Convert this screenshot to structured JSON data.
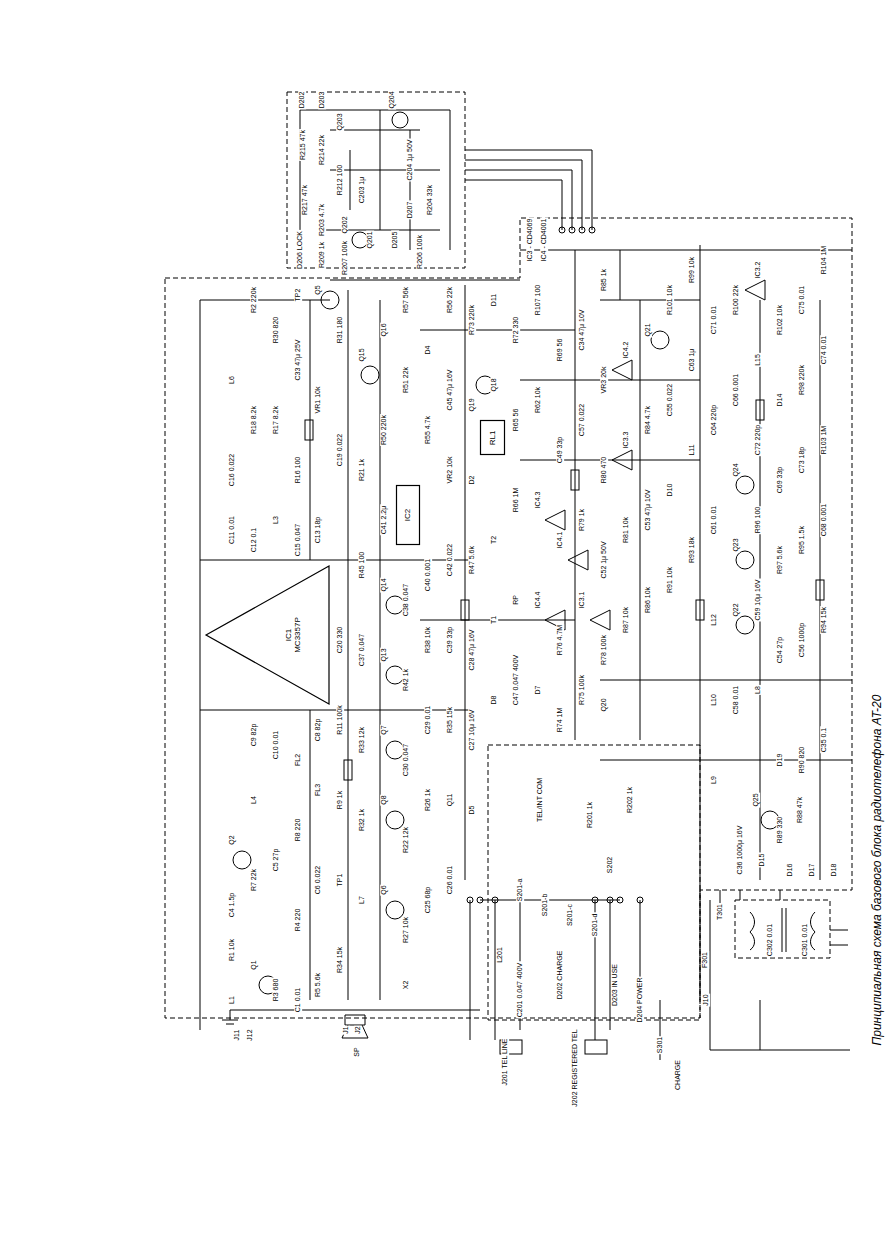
{
  "diagram": {
    "title": "Принципиальная схема базового блока радиотелефона AT-20",
    "nodes": [
      {
        "text": [
          "IC1",
          "MC3357P"
        ]
      },
      {
        "text": [
          "IC2"
        ]
      },
      {
        "text": [
          "RL1"
        ]
      }
    ],
    "labels": [
      "D202",
      "D203",
      "Q204",
      "Q203",
      "R215 47k",
      "R214 22k",
      "R212 100",
      "C203 1μ",
      "C204 1μ 50V",
      "R217 47k",
      "D207",
      "R204 33k",
      "R203 4.7k",
      "Q202",
      "Q201",
      "D205",
      "D206 LOCK",
      "R209 1k",
      "R207 100k",
      "R206 100k",
      "IC3 - CD4069",
      "IC4 - CD4001",
      "J11",
      "J12",
      "J1",
      "J2",
      "SP",
      "L6",
      "C16 0.022",
      "C11 0.01",
      "Q2",
      "C4 1.5p",
      "R1 10k",
      "L1",
      "R2 220k",
      "R18 8.2k",
      "C12 0.1",
      "C9 82p",
      "L4",
      "R7 22k",
      "Q1",
      "R30 820",
      "R17 8.2k",
      "L3",
      "C10 0.01",
      "C5 27p",
      "R3 680",
      "TP2",
      "C33 47μ 25V",
      "R16 100",
      "C15 0.047",
      "FL2",
      "R8 220",
      "R4 220",
      "C1 0.01",
      "Q5",
      "VR1 10k",
      "C13 18p",
      "C8 82p",
      "FL3",
      "C6 0.022",
      "R5 5.6k",
      "R31 180",
      "C19 0.022",
      "C20 330",
      "R11 100k",
      "R9 1k",
      "TP1",
      "R34 15k",
      "Q15",
      "R21 1k",
      "R45 100",
      "C37 0.047",
      "R33 12k",
      "R32 1k",
      "L7",
      "Q16",
      "R50 220k",
      "C41 2.2μ",
      "Q14",
      "Q13",
      "Q7",
      "Q8",
      "Q6",
      "R57 56k",
      "R51 22k",
      "C38 0.047",
      "R42 1k",
      "C30 0.047",
      "R22 12k",
      "R27 10k",
      "X2",
      "D4",
      "R55 4.7k",
      "C40 0.001",
      "R38 10k",
      "C29 0.01",
      "R26 1k",
      "C25 68p",
      "R56 22k",
      "C45 47μ 16V",
      "VR2 10k",
      "C42 0.022",
      "C39 33p",
      "R35 15k",
      "Q11",
      "C26 0.01",
      "R73 220k",
      "Q19",
      "D2",
      "R47 5.6k",
      "C28 47μ 16V",
      "C27 10μ 16V",
      "D5",
      "D11",
      "Q18",
      "T2",
      "T1",
      "D8",
      "R72 330",
      "R65 56",
      "R66 1M",
      "RP",
      "C47 0.047 400V",
      "R107 100",
      "R62 10k",
      "IC4.3",
      "IC4.4",
      "D7",
      "R69 56",
      "C49 33p",
      "IC4.1",
      "R76 4.7M",
      "R74 1M",
      "C34 47μ 10V",
      "C57 0.022",
      "R79 1k",
      "IC3.1",
      "R75 100k",
      "R85 1k",
      "VR3 20k",
      "R80 470",
      "C52 1μ 50V",
      "R78 100k",
      "Q20",
      "IC4.2",
      "IC3.3",
      "R81 10k",
      "R87 10k",
      "Q21",
      "R84 4.7k",
      "C53 47μ 10V",
      "R86 10k",
      "R101 10k",
      "C55 0.022",
      "D10",
      "R91 10k",
      "R99 10k",
      "C63 1μ",
      "L11",
      "R93 18k",
      "C71 0.01",
      "C64 220p",
      "C61 0.01",
      "L12",
      "L10",
      "L9",
      "R100 22k",
      "C66 0.001",
      "Q24",
      "Q23",
      "Q22",
      "C58 0.01",
      "IC3.2",
      "L15",
      "C72 220p",
      "R96 100",
      "C59 10μ 16V",
      "L8",
      "R102 10k",
      "D14",
      "C69 33p",
      "R97 5.6k",
      "C54 27p",
      "D19",
      "C75 0.01",
      "R98 220k",
      "C73 18p",
      "R95 1.5k",
      "C56 1000p",
      "R90 820",
      "R104 1M",
      "C74 0.01",
      "R103 1M",
      "C68 0.001",
      "R94 15k",
      "C35 0.1",
      "C36 1000μ 16V",
      "D15",
      "Q25",
      "R89 330",
      "R88 47k",
      "D16",
      "D17",
      "D18",
      "T301",
      "C302 0.01",
      "C301 0.01",
      "F301",
      "J10",
      "S201-a",
      "S201-b",
      "S201-c",
      "S201-d",
      "TEL/INT COM",
      "L201",
      "C201 0.047 400V",
      "J201 TEL LINE",
      "J202 REGISTERED TEL",
      "D202 CHARGE",
      "D203 IN USE",
      "D204 POWER",
      "R201 1k",
      "R202 1k",
      "S202",
      "S301",
      "CHARGE"
    ]
  }
}
